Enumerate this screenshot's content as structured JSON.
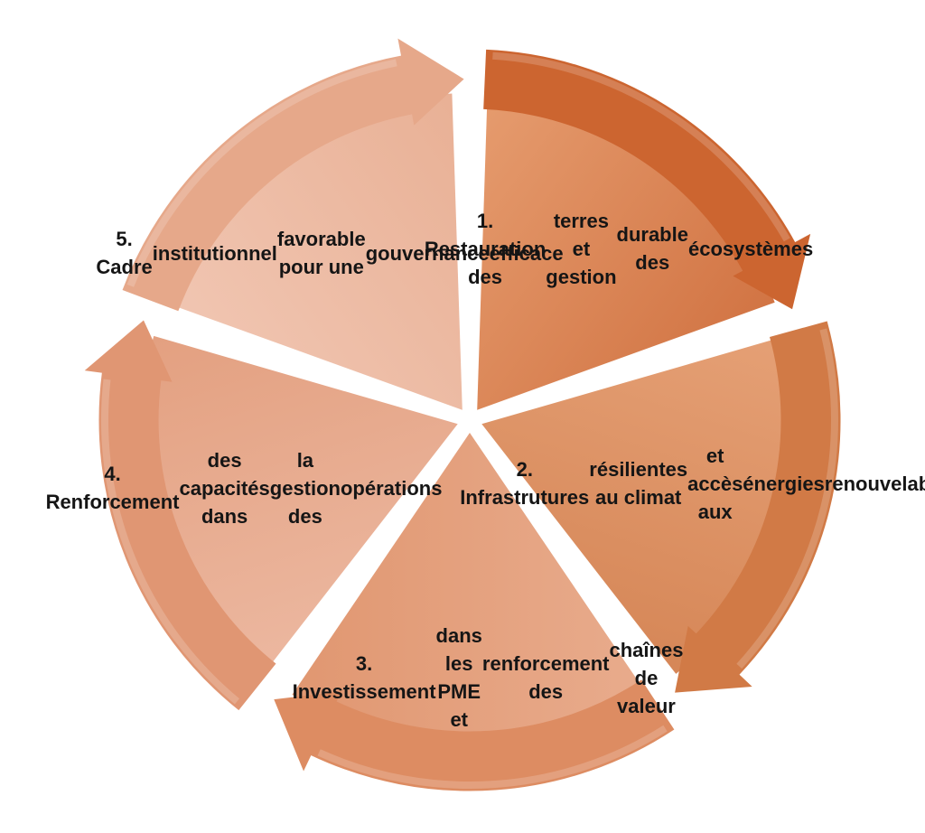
{
  "diagram": {
    "type": "cycle",
    "segments": [
      {
        "id": "seg-1",
        "lines": [
          "1. Restauration des",
          "terres et gestion",
          "durable des",
          "écosystèmes"
        ],
        "colors": {
          "light": "#e59665",
          "dark": "#cc6530"
        }
      },
      {
        "id": "seg-2",
        "lines": [
          "2. Infrastrutures",
          "résilientes au climat",
          "et accès aux",
          "énergies",
          "renouvelables"
        ],
        "colors": {
          "light": "#e49a6c",
          "dark": "#d17a46"
        }
      },
      {
        "id": "seg-3",
        "lines": [
          "3. Investissement",
          "dans les PME et",
          "renforcement des",
          "chaînes de valeur"
        ],
        "colors": {
          "light": "#e7a685",
          "dark": "#dd8c62"
        }
      },
      {
        "id": "seg-4",
        "lines": [
          "4. Renforcement",
          "des capacités dans",
          "la gestion des",
          "opérations"
        ],
        "colors": {
          "light": "#ebb39a",
          "dark": "#e09673"
        }
      },
      {
        "id": "seg-5",
        "lines": [
          "5. Cadre",
          "institutionnel",
          "favorable pour une",
          "gouvernance",
          "efficace"
        ],
        "colors": {
          "light": "#f0c2ad",
          "dark": "#e6a88a"
        }
      }
    ]
  }
}
